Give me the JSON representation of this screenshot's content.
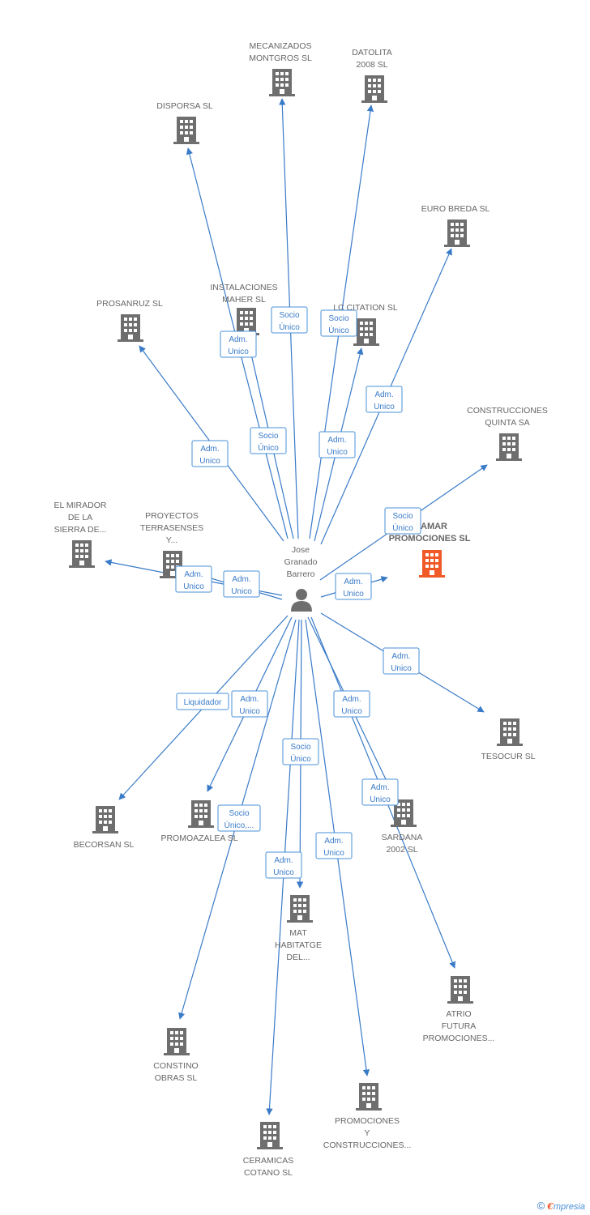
{
  "center": {
    "name": [
      "Jose",
      "Granado",
      "Barrero"
    ],
    "icon": "person-icon"
  },
  "colors": {
    "edge": "#3a7bc8",
    "building": "#6e6e6e",
    "building_highlight": "#f05a28",
    "label": "#666666"
  },
  "nodes": [
    {
      "id": "mecanizados",
      "label": [
        "MECANIZADOS",
        "MONTGROS SL"
      ],
      "role": "Socio Único"
    },
    {
      "id": "datolita",
      "label": [
        "DATOLITA",
        "2008 SL"
      ],
      "role": "Socio Único"
    },
    {
      "id": "disporsa",
      "label": [
        "DISPORSA SL"
      ],
      "role": "Adm. Unico"
    },
    {
      "id": "euro-breda",
      "label": [
        "EURO BREDA SL"
      ],
      "role": "Adm. Unico"
    },
    {
      "id": "instalaciones-maher",
      "label": [
        "INSTALACIONES",
        "MAHER SL"
      ],
      "role": "Socio Único"
    },
    {
      "id": "lc-citation",
      "label": [
        "LC CITATION SL"
      ],
      "role": "Adm. Unico"
    },
    {
      "id": "prosanruz",
      "label": [
        "PROSANRUZ SL"
      ],
      "role": "Adm. Unico"
    },
    {
      "id": "construcciones-quinta",
      "label": [
        "CONSTRUCCIONES",
        "QUINTA SA"
      ],
      "role": "Socio Único"
    },
    {
      "id": "el-mirador",
      "label": [
        "EL MIRADOR",
        "DE LA",
        "SIERRA DE..."
      ],
      "role": "Adm. Unico"
    },
    {
      "id": "proyectos-terrasenses",
      "label": [
        "PROYECTOS",
        "TERRASENSES",
        "Y..."
      ],
      "role": "Adm. Unico"
    },
    {
      "id": "niamar",
      "label": [
        "NIAMAR",
        "PROMOCIONES SL"
      ],
      "role": "Adm. Unico",
      "highlight": true
    },
    {
      "id": "tesocur",
      "label": [
        "TESOCUR SL"
      ],
      "role": "Adm. Unico"
    },
    {
      "id": "becorsan",
      "label": [
        "BECORSAN SL"
      ],
      "role": "Liquidador"
    },
    {
      "id": "promoazalea",
      "label": [
        "PROMOAZALEA SL"
      ],
      "role": "Adm. Unico"
    },
    {
      "id": "sardana",
      "label": [
        "SARDANA",
        "2002 SL"
      ],
      "role": "Adm. Unico"
    },
    {
      "id": "mat-habitatge",
      "label": [
        "MAT",
        "HABITATGE",
        "DEL..."
      ],
      "role": "Socio Único"
    },
    {
      "id": "atrio-futura",
      "label": [
        "ATRIO",
        "FUTURA",
        "PROMOCIONES..."
      ],
      "role": "Adm. Unico"
    },
    {
      "id": "constino",
      "label": [
        "CONSTINO",
        "OBRAS  SL"
      ],
      "role": "Socio Único,..."
    },
    {
      "id": "ceramicas-cotano",
      "label": [
        "CERAMICAS",
        "COTANO SL"
      ],
      "role": "Adm. Unico"
    },
    {
      "id": "promociones-y-construcciones",
      "label": [
        "PROMOCIONES",
        "Y",
        "CONSTRUCCIONES..."
      ],
      "role": "Adm. Unico"
    }
  ],
  "footer": {
    "copyright": "©",
    "brand_letter": "€",
    "brand_rest": "mpresia"
  }
}
